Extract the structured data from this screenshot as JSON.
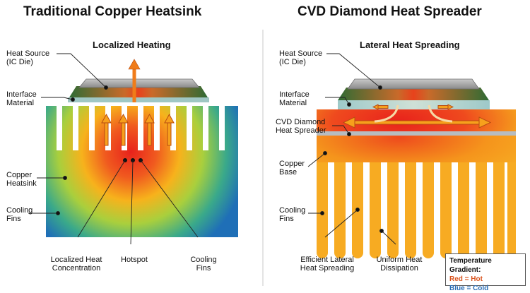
{
  "left": {
    "title": "Traditional Copper Heatsink",
    "subtitle": "Localized Heating",
    "labels": {
      "heat_source": "Heat Source\n(IC Die)",
      "interface": "Interface\nMaterial",
      "copper_heatsink": "Copper\nHeatsink",
      "cooling_fins": "Cooling\nFins",
      "localized_heat": "Localized Heat\nConcentration",
      "hotspot": "Hotspot",
      "cooling_fins_bottom": "Cooling\nFins"
    }
  },
  "right": {
    "title": "CVD Diamond Heat Spreader",
    "subtitle": "Lateral Heat Spreading",
    "labels": {
      "heat_source": "Heat Source\n(IC Die)",
      "interface": "Interface\nMaterial",
      "cvd_diamond": "CVD Diamond\nHeat Spreader",
      "copper_base": "Copper\nBase",
      "cooling_fins": "Cooling\nFins",
      "efficient_lateral": "Efficient Lateral\nHeat Spreading",
      "uniform": "Uniform Heat\nDissipation"
    }
  },
  "legend": {
    "title": "Temperature Gradient:",
    "hot": "Red = Hot",
    "cold": "Blue = Cold"
  },
  "colors": {
    "hot": "#e8221c",
    "warm": "#f7a21b",
    "mid": "#7fc24a",
    "cold": "#1f6fb7",
    "board": "#2f6b34",
    "chip": "#9a9a9a",
    "hot_text": "#d9541e",
    "cold_text": "#2a6db5"
  }
}
